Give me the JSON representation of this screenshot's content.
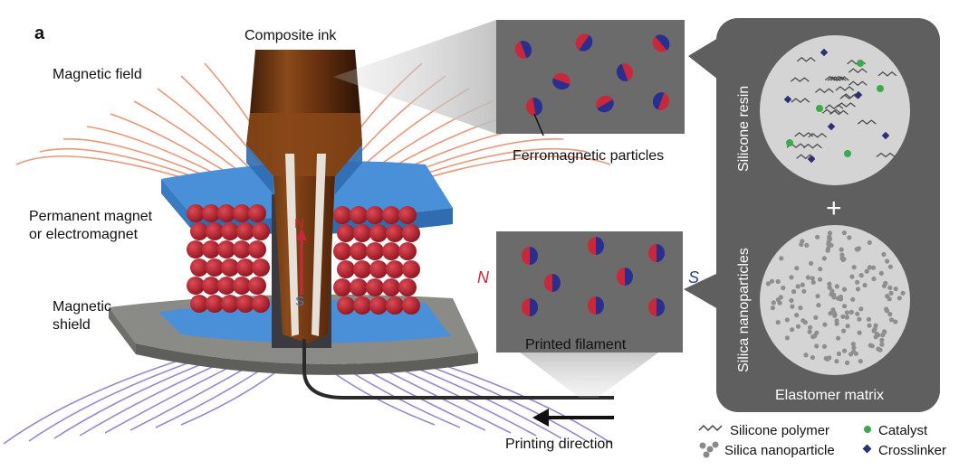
{
  "panel_letter": "a",
  "labels": {
    "composite_ink": "Composite ink",
    "magnetic_field": "Magnetic field",
    "magnet_line1": "Permanent magnet",
    "magnet_line2": "or electromagnet",
    "shield_line1": "Magnetic",
    "shield_line2": "shield",
    "ferromagnetic_particles": "Ferromagnetic particles",
    "printed_filament": "Printed filament",
    "printing_direction": "Printing direction",
    "pole_north": "N",
    "pole_south": "S",
    "inner_north": "N",
    "inner_south": "S",
    "silicone_resin": "Silicone resin",
    "silica_nanoparticles": "Silica nanoparticles",
    "plus": "+",
    "elastomer_matrix": "Elastomer matrix"
  },
  "legend": [
    {
      "symbol": "silicone-polymer",
      "label": "Silicone polymer"
    },
    {
      "symbol": "catalyst",
      "label": "Catalyst"
    },
    {
      "symbol": "silica-nanoparticle",
      "label": "Silica nanoparticle"
    },
    {
      "symbol": "crosslinker",
      "label": "Crosslinker"
    }
  ],
  "colors": {
    "north_red": "#c8283a",
    "south_blue": "#2a2f8e",
    "panel_gray": "#6b6b6b",
    "panel_dark": "#5c5c5c",
    "magnet_blue": "#4a90d9",
    "coil_red": "#b8202c",
    "nozzle_brown": "#7a3a12",
    "shield_gray": "#8a8a86",
    "field_orange": "#e8977a",
    "field_purple": "#9a88cc",
    "catalyst_green": "#3aaa4a",
    "crosslinker_navy": "#2b2f7a"
  }
}
